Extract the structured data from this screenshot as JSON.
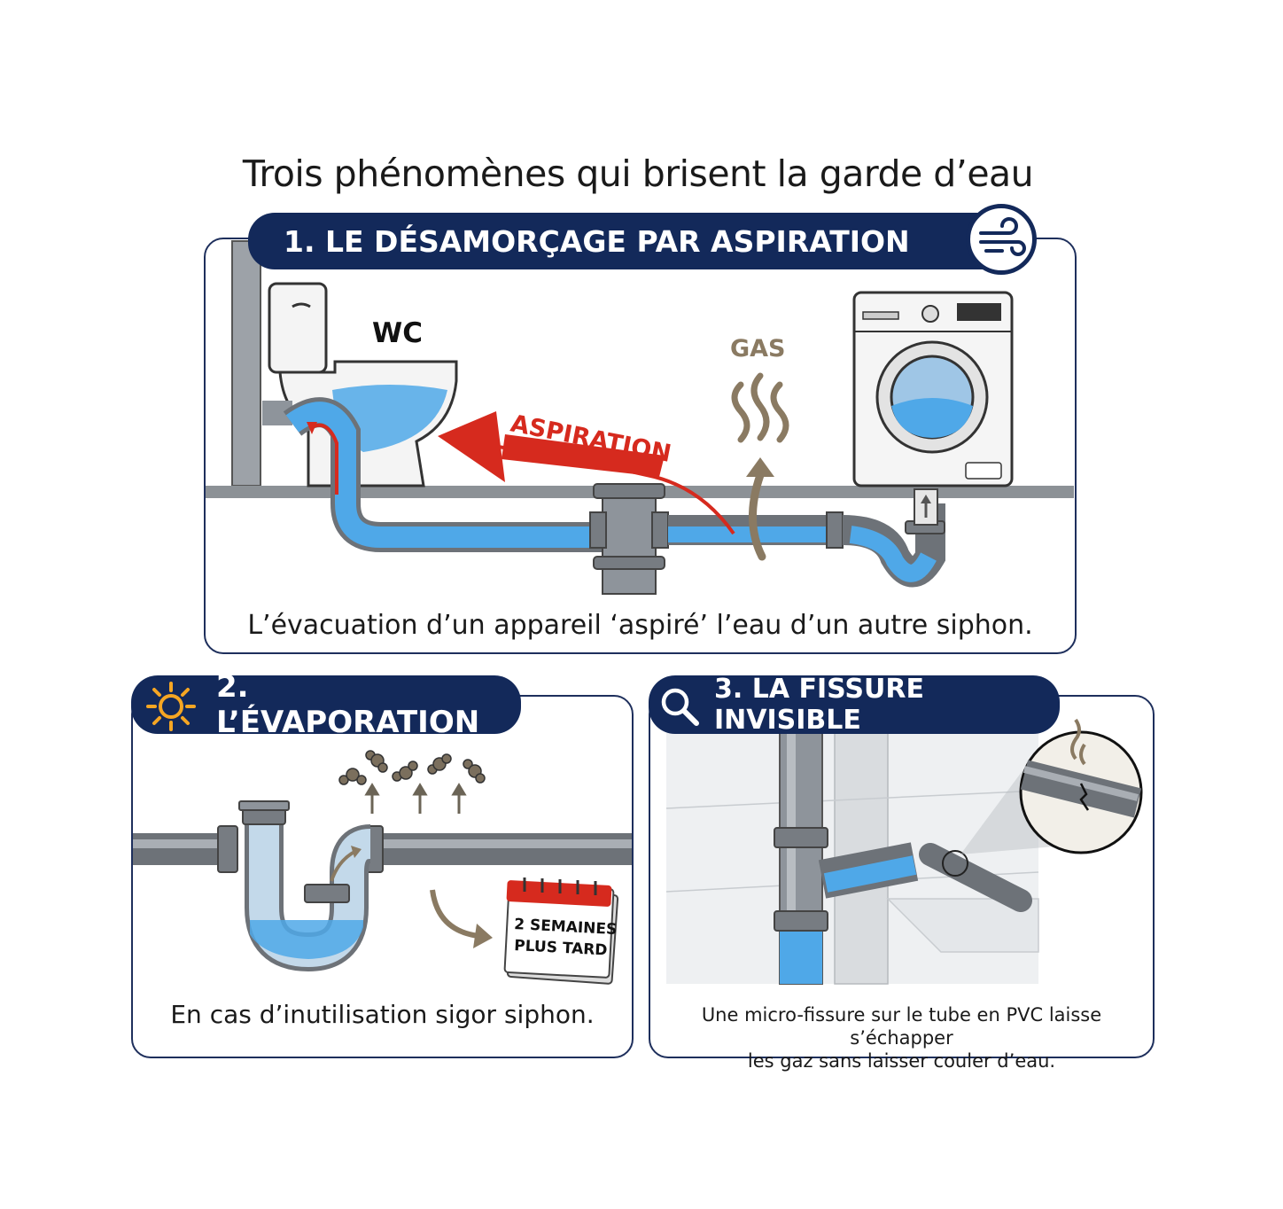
{
  "title": "Trois phénomènes qui brisent la garde d’eau",
  "panel1": {
    "heading": "1. LE DÉSAMORÇAGE PAR ASPIRATION",
    "icon": "wind-icon",
    "label_wc": "WC",
    "label_gas": "GAS",
    "label_aspiration": "ASPIRATION",
    "caption": "L’évacuation d’un appareil ‘aspiré’ l’eau d’un autre siphon."
  },
  "panel2": {
    "heading": "2. L’ÉVAPORATION",
    "icon": "sun-icon",
    "calendar_line1": "2 SEMAINES",
    "calendar_line2": "PLUS TARD",
    "caption": "En cas d’inutilisation sigor siphon."
  },
  "panel3": {
    "heading": "3. LA FISSURE INVISIBLE",
    "icon": "magnifier-icon",
    "caption_line1": "Une micro-fissure sur le tube en PVC laisse s’échapper",
    "caption_line2": "les gaz sans laisser couler d’eau."
  },
  "colors": {
    "navy": "#13295a",
    "water": "#4fa8e8",
    "pipe": "#8e949b",
    "arrow_red": "#d62a1e",
    "gas_brown": "#8a7a62"
  }
}
